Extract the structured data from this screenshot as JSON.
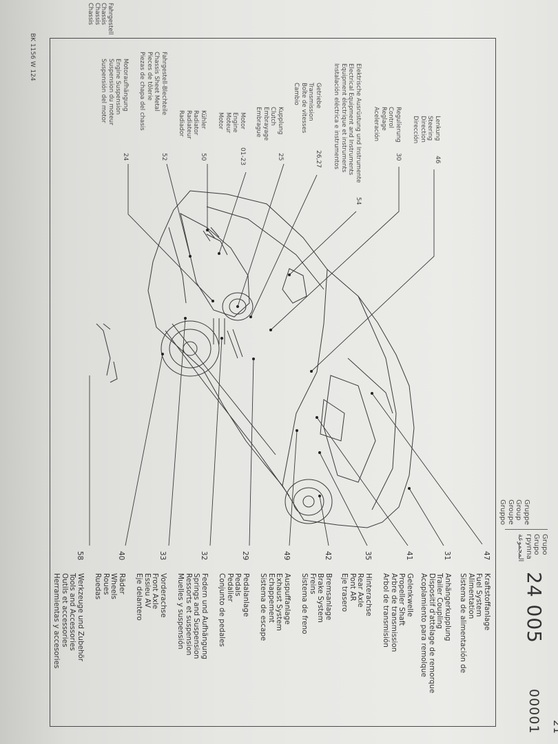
{
  "header": {
    "group_labels": [
      "Gruppe",
      "Group",
      "Groupe",
      "Gruppo"
    ],
    "group_labels_2": [
      "Grupo",
      "Grupo",
      "группа",
      "المجموعة"
    ],
    "group_number": "24 005",
    "sheet_number": "00001",
    "page_number": "21"
  },
  "section_heading": [
    "Fahrgestell",
    "Chassis",
    "Chassis",
    "Chassis"
  ],
  "footer": "BK 1156   W 124",
  "left_items": [
    {
      "number": "46",
      "lines": [
        "Lenkung",
        "Steering",
        "Direction",
        "Dirección"
      ]
    },
    {
      "number": "30",
      "lines": [
        "Regulierung",
        "Control",
        "Reglage",
        "Aceleración"
      ]
    },
    {
      "number": "54",
      "lines": [
        "Elektrische Ausrüstung und Instrumente",
        "Electrical Equipment and Instruments",
        "Equipment électrique et instruments",
        "Instalación eléctrica e instrumentos"
      ]
    },
    {
      "number": "26,27",
      "lines": [
        "Getriebe",
        "Transmission",
        "Boîte de vitesses",
        "Cambio"
      ]
    },
    {
      "number": "25",
      "lines": [
        "Kupplung",
        "Clutch",
        "Embrayage",
        "Embrague"
      ]
    },
    {
      "number": "01-23",
      "lines": [
        "Motor",
        "Engine",
        "Moteur",
        "Motor"
      ]
    },
    {
      "number": "50",
      "lines": [
        "Kühler",
        "Radiator",
        "Radiateur",
        "Radiador"
      ]
    },
    {
      "number": "52",
      "lines": [
        "Fahrgestell-Blechteile",
        "Chassis Sheet Metal",
        "Pieces de tôlerie",
        "Piezas de chapa del chasis"
      ]
    },
    {
      "number": "24",
      "lines": [
        "Motoraufhängung",
        "Engine Suspension",
        "Suspension du moteur",
        "Suspensión del motor"
      ]
    }
  ],
  "right_items": [
    {
      "number": "47",
      "lines": [
        "Kraftstoffanlage",
        "Fuel System",
        "Alimentation",
        "Sistema de alimentación de"
      ]
    },
    {
      "number": "31",
      "lines": [
        "Anhängerkupplung",
        "Trailer Coupling",
        "Dispositif d'attelage de remorque",
        "Acoplamiento para remolque"
      ]
    },
    {
      "number": "41",
      "lines": [
        "Gelenkwelle",
        "Propeller Shaft",
        "Arbre de transmission",
        "Arbol de transmisión"
      ]
    },
    {
      "number": "35",
      "lines": [
        "Hinterachse",
        "Rear Axle",
        "Pont AR",
        "Eje trasero"
      ]
    },
    {
      "number": "42",
      "lines": [
        "Bremsanlage",
        "Brake System",
        "Freins",
        "Sistema de freno"
      ]
    },
    {
      "number": "49",
      "lines": [
        "Auspuffanlage",
        "Exhaust System",
        "Echappement",
        "Sistema de escape"
      ]
    },
    {
      "number": "29",
      "lines": [
        "Pedalanlage",
        "Pedals",
        "Pedalier",
        "Conjunto de pedales"
      ]
    },
    {
      "number": "32",
      "lines": [
        "Federn und Aufhängung",
        "Springs and Suspension",
        "Ressorts et suspension",
        "Muelles y suspensión"
      ]
    },
    {
      "number": "33",
      "lines": [
        "Vorderachse",
        "Front Axle",
        "Essieu AV",
        "Eje delantero"
      ]
    },
    {
      "number": "40",
      "lines": [
        "Räder",
        "Wheels",
        "Roues",
        "Ruedas"
      ]
    },
    {
      "number": "58",
      "lines": [
        "Werkzeuge und Zubehör",
        "Tools and Accessories",
        "Outils et accessories",
        "Herramientas y accesories"
      ]
    }
  ]
}
